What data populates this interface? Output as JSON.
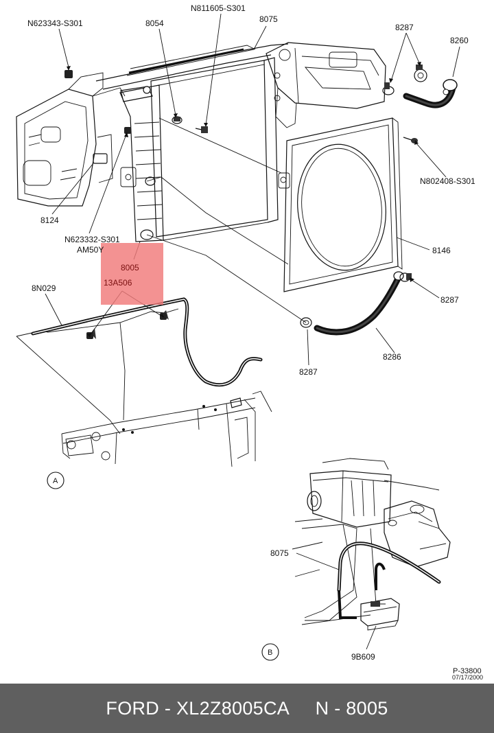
{
  "labels": {
    "n623343": "N623343-S301",
    "n811605": "N811605-S301",
    "p8054": "8054",
    "p8075_top": "8075",
    "p8287_tr": "8287",
    "p8260": "8260",
    "n802408": "N802408-S301",
    "p8124": "8124",
    "n623332": "N623332-S301",
    "am50y": "AM50Y",
    "p8005": "8005",
    "p13a506": "13A506",
    "p8n029": "8N029",
    "p8146": "8146",
    "p8287_r": "8287",
    "p8286": "8286",
    "p8287_b": "8287",
    "p8075_b": "8075",
    "p9b609": "9B609"
  },
  "view_labels": {
    "a": "A",
    "b": "B"
  },
  "stamp": {
    "code": "P-33800",
    "date": "07/17/2000"
  },
  "highlight_color": "#f07a7a",
  "footer": {
    "text": "FORD - XL2Z8005CA     N - 8005",
    "background": "#5f5f5f"
  }
}
